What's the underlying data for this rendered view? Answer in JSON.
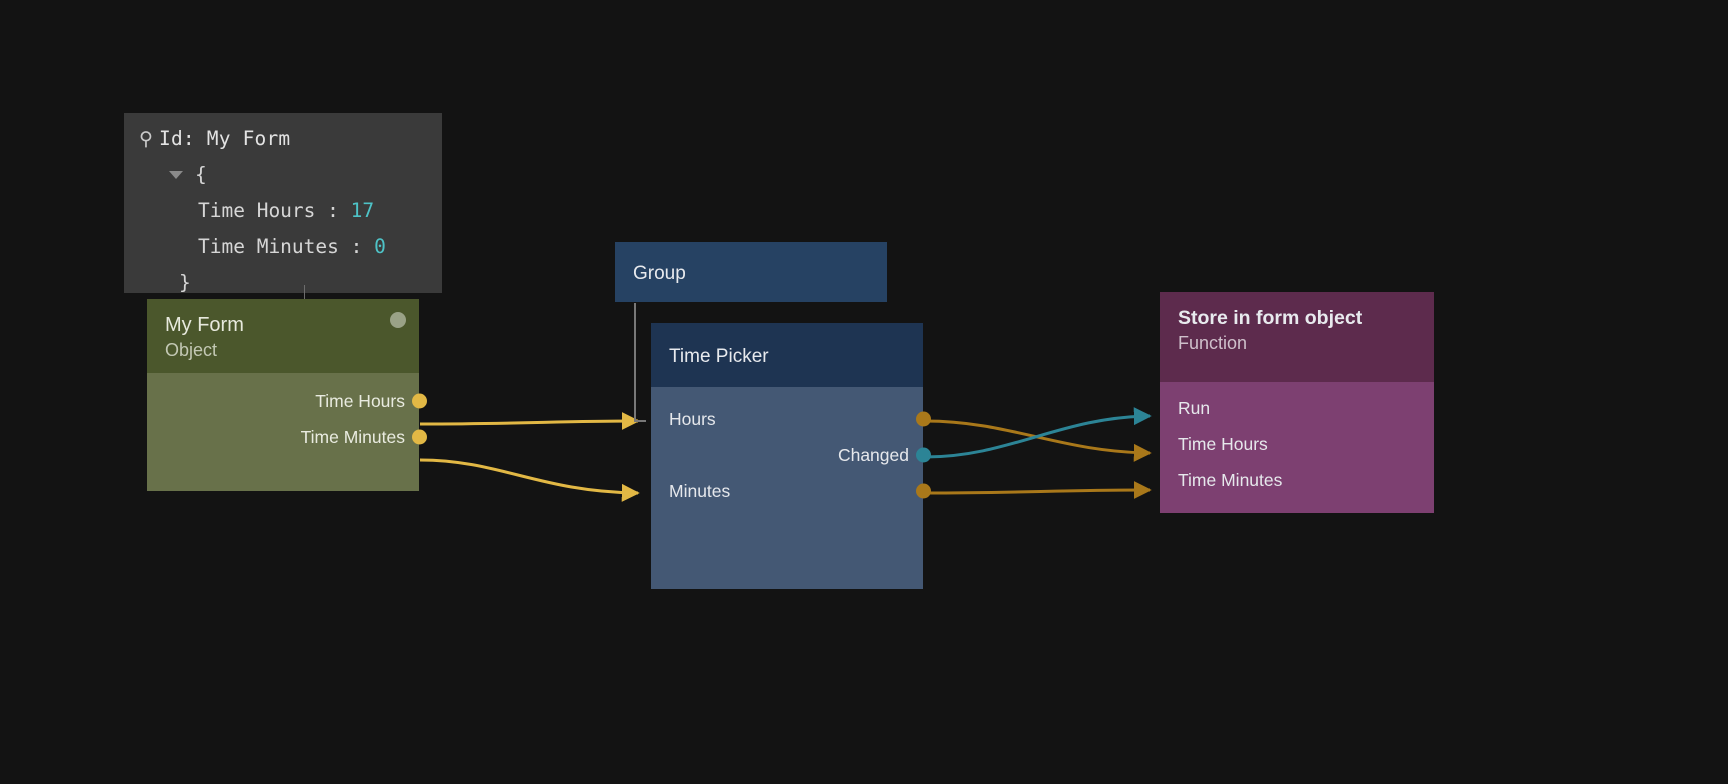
{
  "canvas": {
    "background": "#131313"
  },
  "inspector": {
    "name": "pin-inspector",
    "pin_icon": "pin-icon",
    "title": "Id: My Form",
    "open_brace": "{",
    "close_brace": "}",
    "rows": [
      {
        "key": "Time Hours :",
        "value": "17"
      },
      {
        "key": "Time Minutes :",
        "value": "0"
      }
    ],
    "value_color": "#4ec3c7",
    "panel_color": "#3a3a3a"
  },
  "nodes": {
    "myform": {
      "title": "My Form",
      "subtitle": "Object",
      "header_color": "#4b572c",
      "body_color": "#68714a",
      "status_dot_color": "#9aa287",
      "outputs": [
        {
          "label": "Time Hours",
          "dot_color": "#e2b845"
        },
        {
          "label": "Time Minutes",
          "dot_color": "#e2b845"
        }
      ]
    },
    "group": {
      "title": "Group",
      "header_color": "#264263"
    },
    "timepicker": {
      "title": "Time Picker",
      "header_color": "#1e3452",
      "body_color": "#445874",
      "inputs": [
        {
          "label": "Hours"
        },
        {
          "label": "Minutes"
        }
      ],
      "outputs": [
        {
          "label": "",
          "dot_color": "#a9781a"
        },
        {
          "label": "Changed",
          "dot_color": "#2c8496"
        },
        {
          "label": "",
          "dot_color": "#a9781a"
        }
      ]
    },
    "store": {
      "title": "Store in form object",
      "subtitle": "Function",
      "header_color": "#5d2b4d",
      "body_color": "#7d4071",
      "inputs": [
        {
          "label": "Run"
        },
        {
          "label": "Time Hours"
        },
        {
          "label": "Time Minutes"
        }
      ]
    }
  },
  "edges": {
    "gold": "#e2b845",
    "amber": "#a9781a",
    "teal": "#2c8496",
    "connections": [
      {
        "from": "myform.Time Hours",
        "to": "timepicker.Hours",
        "color": "#e2b845"
      },
      {
        "from": "myform.Time Minutes",
        "to": "timepicker.Minutes",
        "color": "#e2b845"
      },
      {
        "from": "timepicker.out1",
        "to": "store.Time Hours",
        "color": "#a9781a"
      },
      {
        "from": "timepicker.Changed",
        "to": "store.Run",
        "color": "#2c8496"
      },
      {
        "from": "timepicker.out3",
        "to": "store.Time Minutes",
        "color": "#a9781a"
      }
    ]
  }
}
